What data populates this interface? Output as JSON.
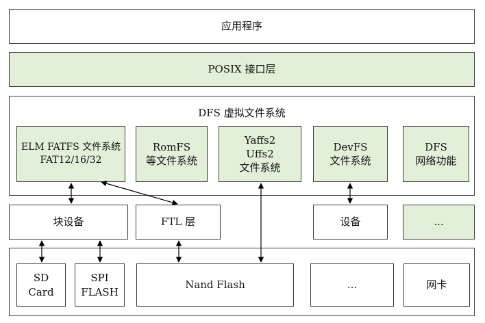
{
  "layers": {
    "application": "应用程序",
    "posix": "POSIX 接口层"
  },
  "dfs": {
    "title": "DFS 虚拟文件系统",
    "filesystems": [
      {
        "lines": [
          "ELM FATFS 文件系统",
          "FAT12/16/32"
        ]
      },
      {
        "lines": [
          "RomFS",
          "等文件系统"
        ]
      },
      {
        "lines": [
          "Yaffs2",
          "Uffs2",
          "文件系统"
        ]
      },
      {
        "lines": [
          "DevFS",
          "文件系统"
        ]
      },
      {
        "lines": [
          "DFS",
          "网络功能"
        ]
      }
    ]
  },
  "middle": {
    "block_device": "块设备",
    "ftl": "FTL 层",
    "device": "设备",
    "more": "..."
  },
  "hardware": {
    "sd": [
      "SD",
      "Card"
    ],
    "spi": [
      "SPI",
      "FLASH"
    ],
    "nand": "Nand Flash",
    "more": "...",
    "netcard": "网卡"
  },
  "colors": {
    "green_fill": "#e2efd9",
    "border": "#3a3a3a"
  }
}
